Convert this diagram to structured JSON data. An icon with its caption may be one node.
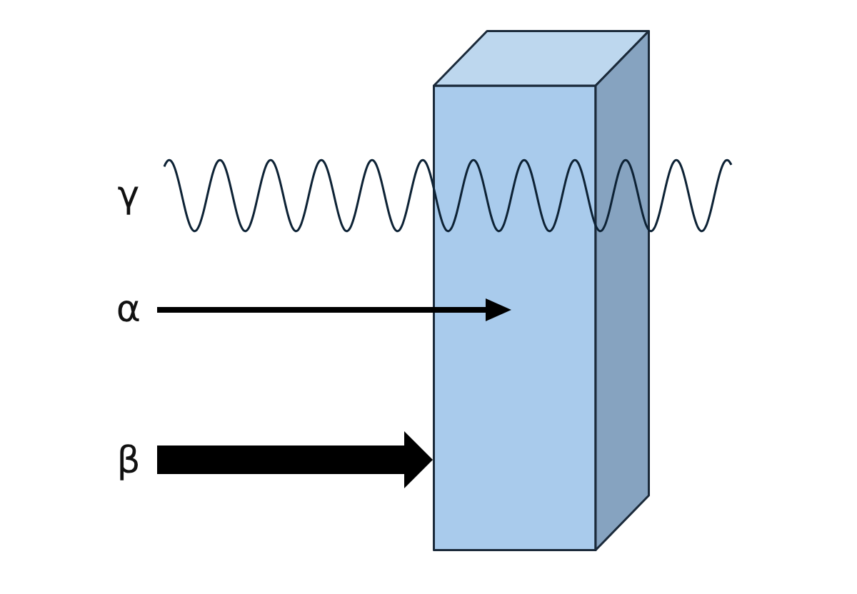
{
  "diagram": {
    "nodes": [
      {
        "text": [],
        "shape": "box"
      },
      {
        "text": [
          "α"
        ]
      },
      {
        "text": [
          "β"
        ]
      }
    ],
    "edges": [
      {
        "from": 1,
        "to": 0,
        "arrow": "to"
      },
      {
        "from": 2,
        "to": 0,
        "arrow": "to",
        "style": "thick"
      }
    ],
    "labels": [
      "γ"
    ]
  }
}
